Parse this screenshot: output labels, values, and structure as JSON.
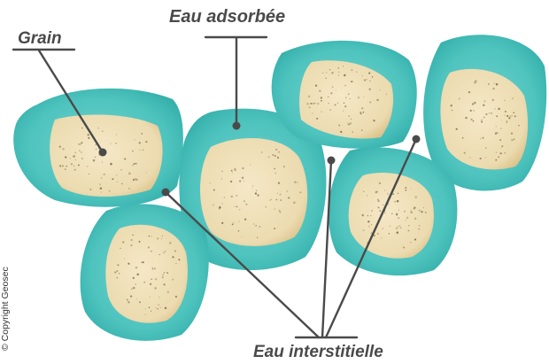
{
  "labels": {
    "grain": "Grain",
    "adsorbed_water": "Eau adsorbée",
    "interstitial_water": "Eau interstitielle"
  },
  "copyright": "© Copyright Geosec",
  "colors": {
    "water_outer": "#3db8b4",
    "water_inner": "#66cfc9",
    "grain_fill": "#eedfb8",
    "grain_edge": "#e2cc98",
    "speckle": "#7a6540",
    "leader_line": "#4a4a4a",
    "text": "#4a4a4a"
  }
}
